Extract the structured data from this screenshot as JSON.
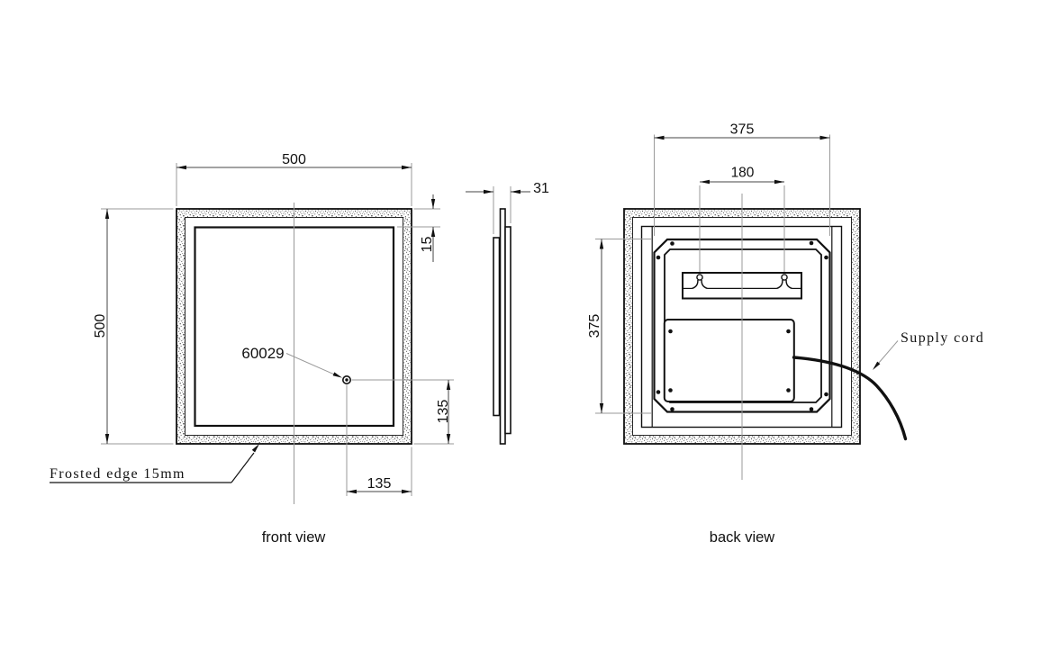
{
  "colors": {
    "background": "#ffffff",
    "object_line": "#111111",
    "dimension_line": "#444444",
    "extension_line": "#9a9a9a",
    "centerline": "#999999"
  },
  "drawing": {
    "front_view": {
      "caption": "front view",
      "dim_width": "500",
      "dim_height": "500",
      "dim_frost_top": "15",
      "dim_sensor_up": "135",
      "dim_sensor_right": "135",
      "sensor_label": "60029",
      "frosted_note": "Frosted edge 15mm"
    },
    "side_view": {
      "dim_thickness": "31"
    },
    "back_view": {
      "caption": "back view",
      "dim_backpanel_width": "375",
      "dim_bracket_spacing": "180",
      "dim_backpanel_height": "375",
      "cord_note": "Supply cord"
    }
  }
}
